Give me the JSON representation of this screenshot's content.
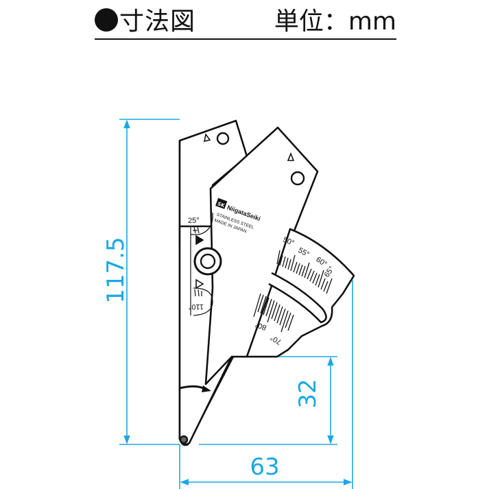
{
  "header": {
    "bullet_icon": "filled-circle",
    "title": "寸法図",
    "unit_label": "単位：mm"
  },
  "dimensions": {
    "height": "117.5",
    "width": "63",
    "inner_height": "32"
  },
  "product": {
    "brand": "NiigataSeiki",
    "logo": "SK",
    "material": "STAINLESS STEEL",
    "origin": "MADE IN JAPAN"
  },
  "scales": {
    "upper_arc": [
      "50°",
      "55°",
      "60°",
      "65°"
    ],
    "lower_arc": [
      "80°",
      "70°"
    ],
    "left_top": "25°",
    "left_bottom": "110°"
  },
  "colors": {
    "dimension": "#1aa7e6",
    "line": "#111111"
  }
}
